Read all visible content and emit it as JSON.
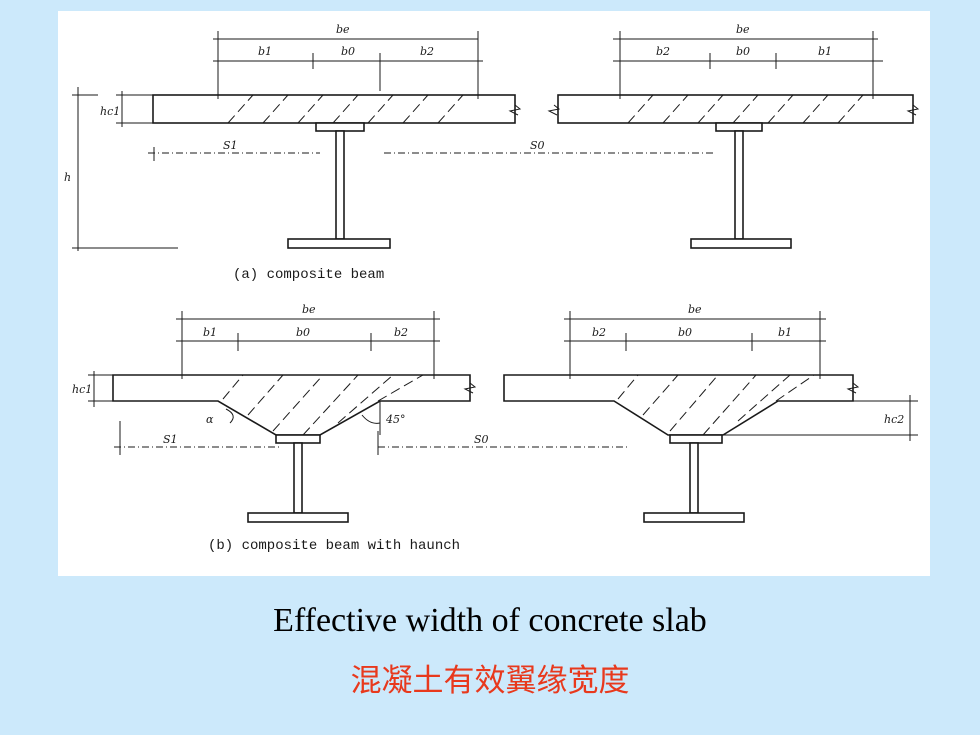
{
  "figure": {
    "caption_a": "(a) composite beam",
    "caption_b": "(b) composite beam with haunch",
    "labels": {
      "a_left_be": "be",
      "a_left_b1": "b1",
      "a_left_b0": "b0",
      "a_left_b2": "b2",
      "a_left_hc1": "hc1",
      "a_left_h": "h",
      "a_S1": "S1",
      "a_S0": "S0",
      "a_right_be": "be",
      "a_right_b2": "b2",
      "a_right_b0": "b0",
      "a_right_b1": "b1",
      "b_left_be": "be",
      "b_left_b1": "b1",
      "b_left_b0": "b0",
      "b_left_b2": "b2",
      "b_left_hc1": "hc1",
      "b_alpha": "α",
      "b_45": "45°",
      "b_S1": "S1",
      "b_S0": "S0",
      "b_right_be": "be",
      "b_right_b2": "b2",
      "b_right_b0": "b0",
      "b_right_b1": "b1",
      "b_right_hc2": "hc2"
    }
  },
  "caption_en": "Effective width of concrete slab",
  "caption_zh": "混凝土有效翼缘宽度",
  "colors": {
    "background": "#cce9fb",
    "caption_zh": "#e8391d",
    "figure_bg": "#ffffff"
  }
}
